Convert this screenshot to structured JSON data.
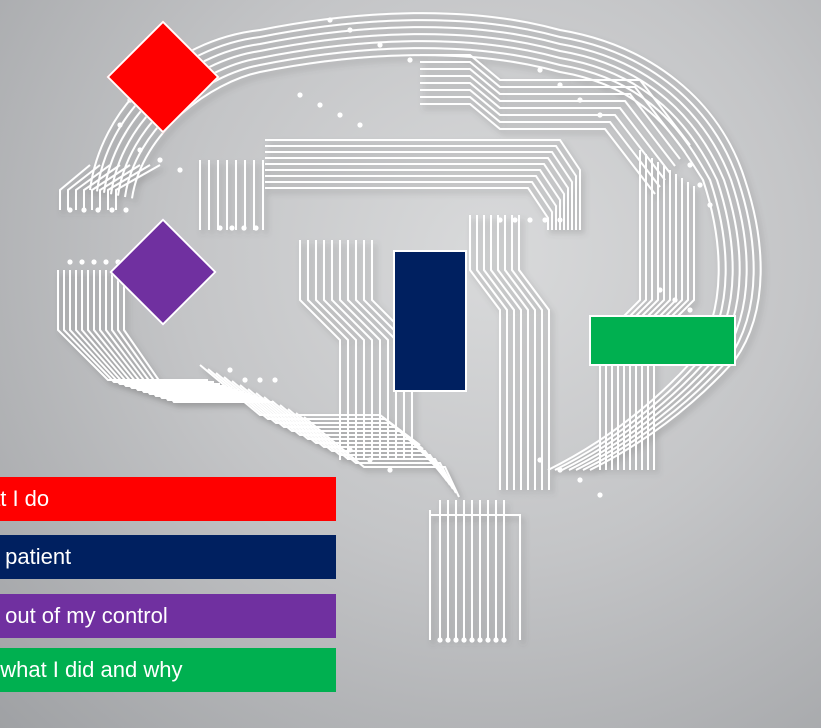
{
  "legend": {
    "items": [
      {
        "label": "at I do",
        "color": "#ff0000"
      },
      {
        "label": "y patient",
        "color": "#002060"
      },
      {
        "label": "s out of my control",
        "color": "#7030a0"
      },
      {
        "label": "t what I did and why",
        "color": "#00b050"
      }
    ]
  },
  "markers": {
    "red_diamond": {
      "color": "#ff0000",
      "shape": "diamond"
    },
    "purple_diamond": {
      "color": "#7030a0",
      "shape": "diamond"
    },
    "navy_rectangle": {
      "color": "#002060",
      "shape": "rectangle"
    },
    "green_rectangle": {
      "color": "#00b050",
      "shape": "rectangle"
    }
  },
  "background": {
    "theme": "circuit-board-brain",
    "trace_color": "#ffffff"
  }
}
